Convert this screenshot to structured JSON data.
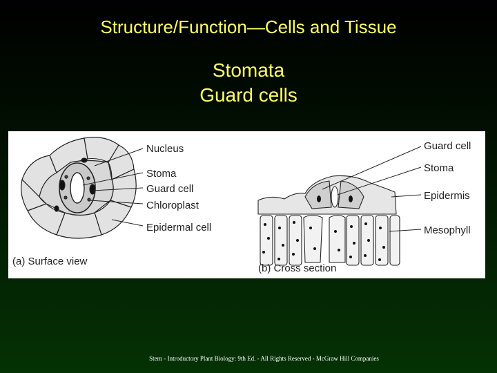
{
  "slide": {
    "title": "Structure/Function—Cells and Tissue",
    "subtitle_lines": [
      "Stomata",
      "Guard cells"
    ],
    "footer": "Stern - Introductory Plant Biology: 9th Ed. - All Rights Reserved - McGraw Hill Companies"
  },
  "figure": {
    "surface_view": {
      "caption": "(a) Surface view",
      "labels": {
        "nucleus": "Nucleus",
        "stoma": "Stoma",
        "guard_cell": "Guard cell",
        "chloroplast": "Chloroplast",
        "epidermal_cell": "Epidermal cell"
      }
    },
    "cross_section": {
      "caption": "(b) Cross section",
      "labels": {
        "guard_cell": "Guard cell",
        "stoma": "Stoma",
        "epidermis": "Epidermis",
        "mesophyll": "Mesophyll"
      }
    }
  }
}
